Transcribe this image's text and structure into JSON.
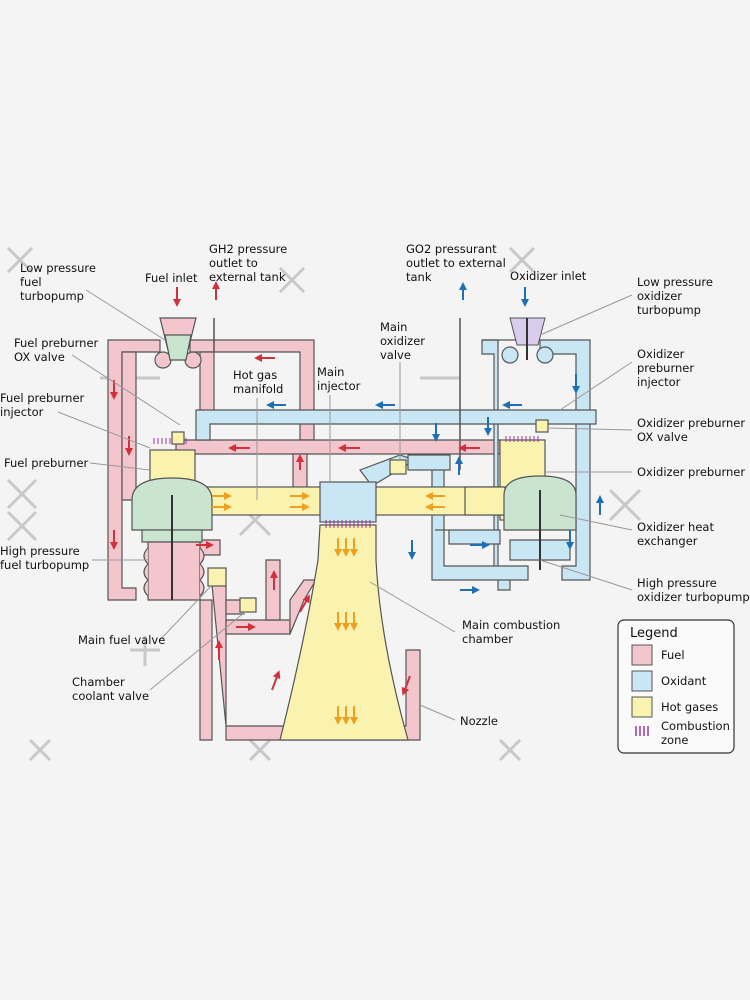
{
  "labels": {
    "lp_fuel_turbopump": [
      "Low pressure",
      "fuel",
      "turbopump"
    ],
    "fuel_inlet": "Fuel inlet",
    "gh2_outlet": [
      "GH2 pressure",
      "outlet to",
      "external tank"
    ],
    "go2_outlet": [
      "GO2 pressurant",
      "outlet to external",
      "tank"
    ],
    "oxidizer_inlet": "Oxidizer inlet",
    "lp_ox_turbopump": [
      "Low pressure",
      "oxidizer",
      "turbopump"
    ],
    "fuel_preburner_ox_valve": [
      "Fuel preburner",
      "OX valve"
    ],
    "main_ox_valve": [
      "Main",
      "oxidizer",
      "valve"
    ],
    "ox_preburner_injector": [
      "Oxidizer",
      "preburner",
      "injector"
    ],
    "fuel_preburner_injector": [
      "Fuel preburner",
      "injector"
    ],
    "hot_gas_manifold": [
      "Hot gas",
      "manifold"
    ],
    "main_injector": [
      "Main",
      "injector"
    ],
    "ox_preburner_ox_valve": [
      "Oxidizer preburner",
      "OX valve"
    ],
    "fuel_preburner": "Fuel preburner",
    "ox_preburner": "Oxidizer preburner",
    "hp_fuel_turbopump": [
      "High pressure",
      "fuel turbopump"
    ],
    "ox_heat_exchanger": [
      "Oxidizer heat",
      "exchanger"
    ],
    "hp_ox_turbopump": [
      "High pressure",
      "oxidizer turbopump"
    ],
    "main_fuel_valve": "Main fuel valve",
    "main_combustion_chamber": [
      "Main combustion",
      "chamber"
    ],
    "chamber_coolant_valve": [
      "Chamber",
      "coolant valve"
    ],
    "nozzle": "Nozzle"
  },
  "legend": {
    "title": "Legend",
    "items": [
      {
        "label": "Fuel",
        "color": "#f2c6cc"
      },
      {
        "label": "Oxidant",
        "color": "#c9e6f5"
      },
      {
        "label": "Hot gases",
        "color": "#faf3b0"
      }
    ],
    "combustion": [
      "Combustion",
      "zone"
    ],
    "combustion_color": "#9b3a9b"
  },
  "colors": {
    "fuel": "#f2c6cc",
    "oxidant": "#c9e6f5",
    "hot_gases": "#faf3b0",
    "pump": "#c9e5cf",
    "fuel_arrow": "#d0313c",
    "ox_arrow": "#1f6fb5",
    "hot_arrow": "#f0a020"
  }
}
